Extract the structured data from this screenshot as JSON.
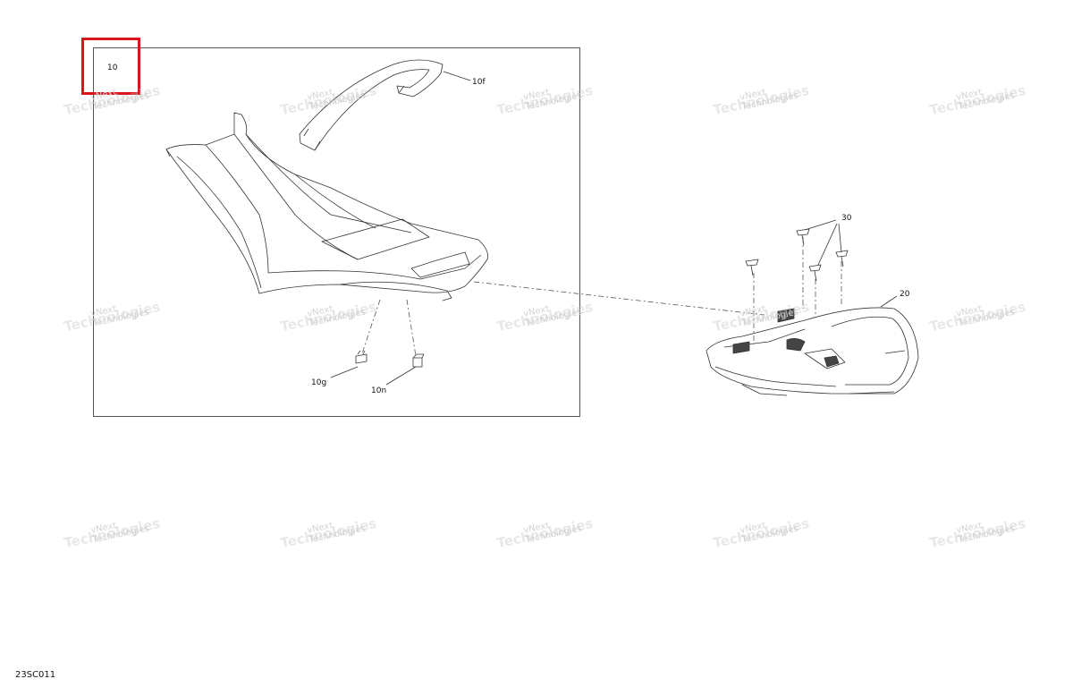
{
  "diagram": {
    "code": "23SC011",
    "highlight_label": "10",
    "callouts": {
      "strap": "10f",
      "clip_g": "10g",
      "clip_n": "10n",
      "rack": "20",
      "screws": "30"
    },
    "watermark": {
      "line1": "vNext Technologies",
      "line2": "Technologies"
    },
    "colors": {
      "highlight": "#d9141b",
      "line": "#333333"
    }
  }
}
